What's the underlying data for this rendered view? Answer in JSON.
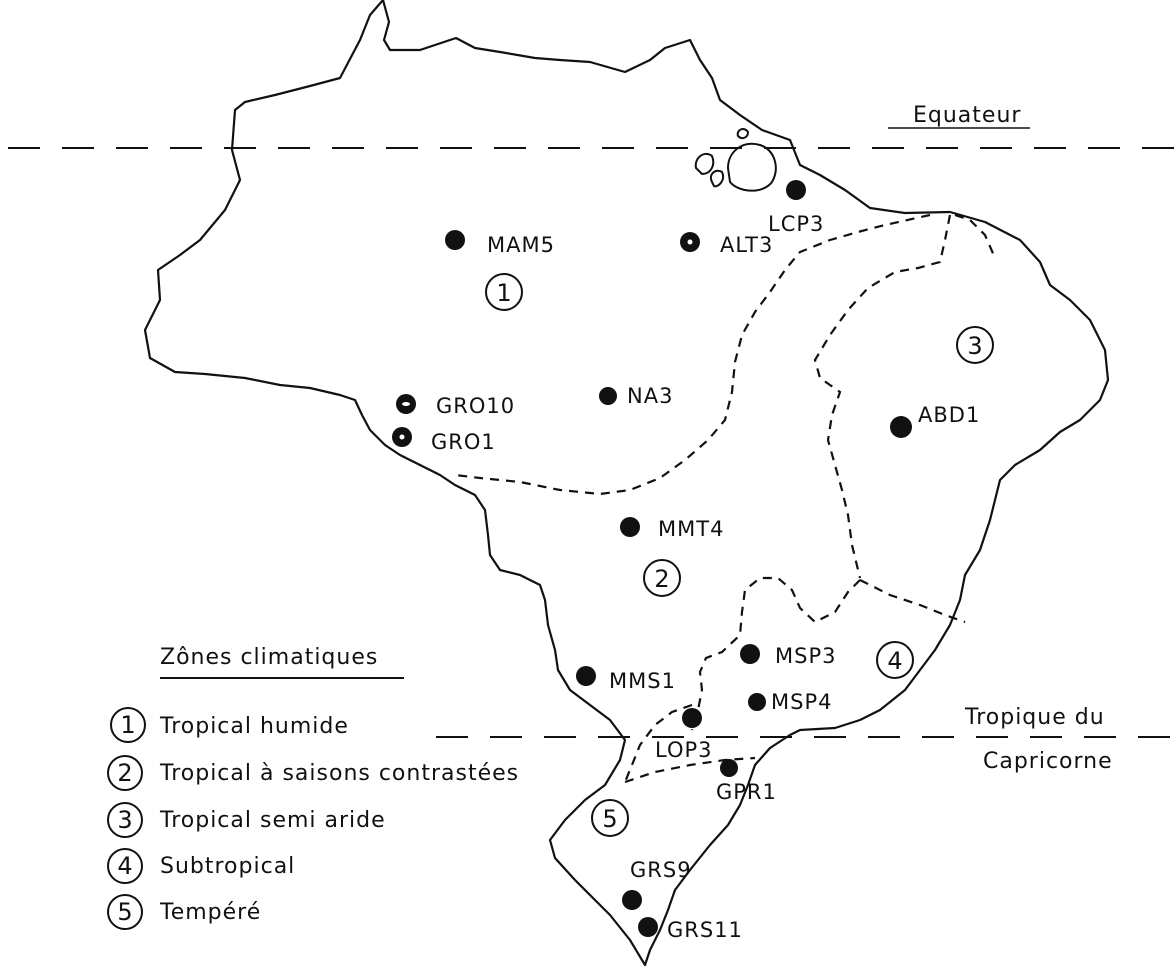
{
  "reference_lines": {
    "equator": "Equateur",
    "tropic_line1": "Tropique du",
    "tropic_line2": "Capricorne"
  },
  "stations": [
    {
      "code": "MAM5"
    },
    {
      "code": "ALT3"
    },
    {
      "code": "LCP3"
    },
    {
      "code": "NA3"
    },
    {
      "code": "GRO10"
    },
    {
      "code": "GRO1"
    },
    {
      "code": "ABD1"
    },
    {
      "code": "MMT4"
    },
    {
      "code": "MSP3"
    },
    {
      "code": "MSP4"
    },
    {
      "code": "MMS1"
    },
    {
      "code": "LOP3"
    },
    {
      "code": "GPR1"
    },
    {
      "code": "GRS9"
    },
    {
      "code": "GRS11"
    }
  ],
  "zones_on_map": [
    "1",
    "2",
    "3",
    "4",
    "5"
  ],
  "legend": {
    "title": "Zônes climatiques",
    "items": [
      {
        "num": "1",
        "label": "Tropical humide"
      },
      {
        "num": "2",
        "label": "Tropical à saisons contrastées"
      },
      {
        "num": "3",
        "label": "Tropical semi aride"
      },
      {
        "num": "4",
        "label": "Subtropical"
      },
      {
        "num": "5",
        "label": "Tempéré"
      }
    ]
  }
}
